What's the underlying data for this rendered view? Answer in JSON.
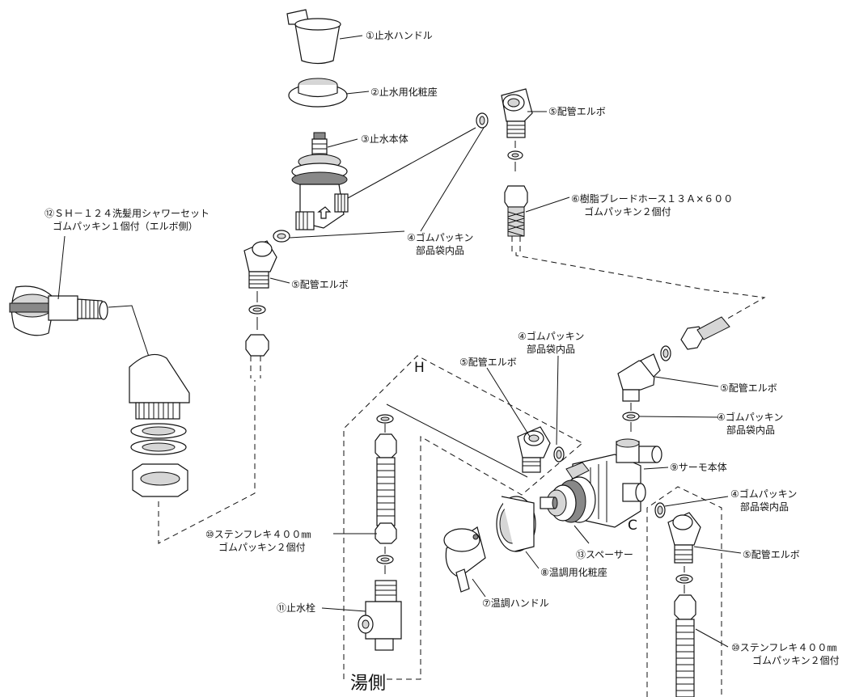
{
  "labels": {
    "p1": "①止水ハンドル",
    "p2": "②止水用化粧座",
    "p3": "③止水本体",
    "p5a": "⑤配管エルボ",
    "p6a": "⑥樹脂ブレードホース１３Ａ×６００",
    "p6b": "ゴムパッキン２個付",
    "p4a_1": "④ゴムパッキン",
    "p4a_2": "部品袋内品",
    "p5b": "⑤配管エルボ",
    "p12a": "⑫ＳＨ－１２４洗髪用シャワーセット",
    "p12b": "ゴムパッキン１個付（エルボ側）",
    "p4b_1": "④ゴムパッキン",
    "p4b_2": "部品袋内品",
    "p5c": "⑤配管エルボ",
    "p5d": "⑤配管エルボ",
    "p4c_1": "④ゴムパッキン",
    "p4c_2": "部品袋内品",
    "p9": "⑨サーモ本体",
    "p4d_1": "④ゴムパッキン",
    "p4d_2": "部品袋内品",
    "p5e": "⑤配管エルボ",
    "p10a_1": "⑩ステンフレキ４００㎜",
    "p10a_2": "ゴムパッキン２個付",
    "p13": "⑬スペーサー",
    "p8": "⑧温調用化粧座",
    "p7": "⑦温調ハンドル",
    "p11": "⑪止水栓",
    "p10b_1": "⑩ステンフレキ４００㎜",
    "p10b_2": "ゴムパッキン２個付",
    "hot_side": "湯側",
    "letter_h": "H",
    "letter_c": "C"
  }
}
